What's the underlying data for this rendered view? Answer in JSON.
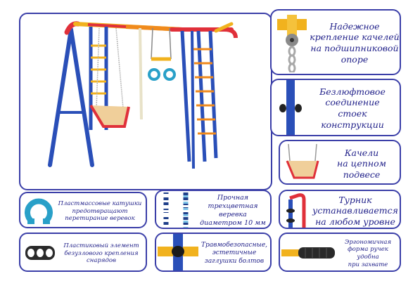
{
  "features": {
    "bearing": "Надежное\nкрепление качелей\nна подшипниковой\nопоре",
    "no_gap": "Безлюфтовое\nсоединение\nстоек конструкции",
    "chain_swing": "Качели\nна цепном\nподвесе",
    "bar": "Турник\nустанавливается\nна любом уровне",
    "spools": "Пластмассовые катушки\nпредотвращают\nперетирание веревок",
    "rope": "Прочная\nтрехцветная веревка\nдиаметром 10 мм",
    "plastic_element": "Пластиковый элемент\nбезузлового крепления\nснарядов",
    "caps": "Травмобезопасные,\nэстетичные\nзаглушки болтов",
    "grips": "Эргономичная\nформа ручек удобна\nпри захвате"
  },
  "colors": {
    "frame_border": "#3b3fa8",
    "caption_text": "#22228a",
    "steel_blue": "#2a4fb8",
    "steel_red": "#e0303a",
    "steel_yellow": "#f1b21e",
    "steel_orange": "#f08a1c"
  },
  "icons": [
    "bearing-pulley-icon",
    "bolt-joint-icon",
    "chain-swing-icon",
    "bar-clamp-icon",
    "spool-icon",
    "rope-icon",
    "triple-ring-icon",
    "bolt-cap-icon",
    "grip-handle-icon"
  ]
}
